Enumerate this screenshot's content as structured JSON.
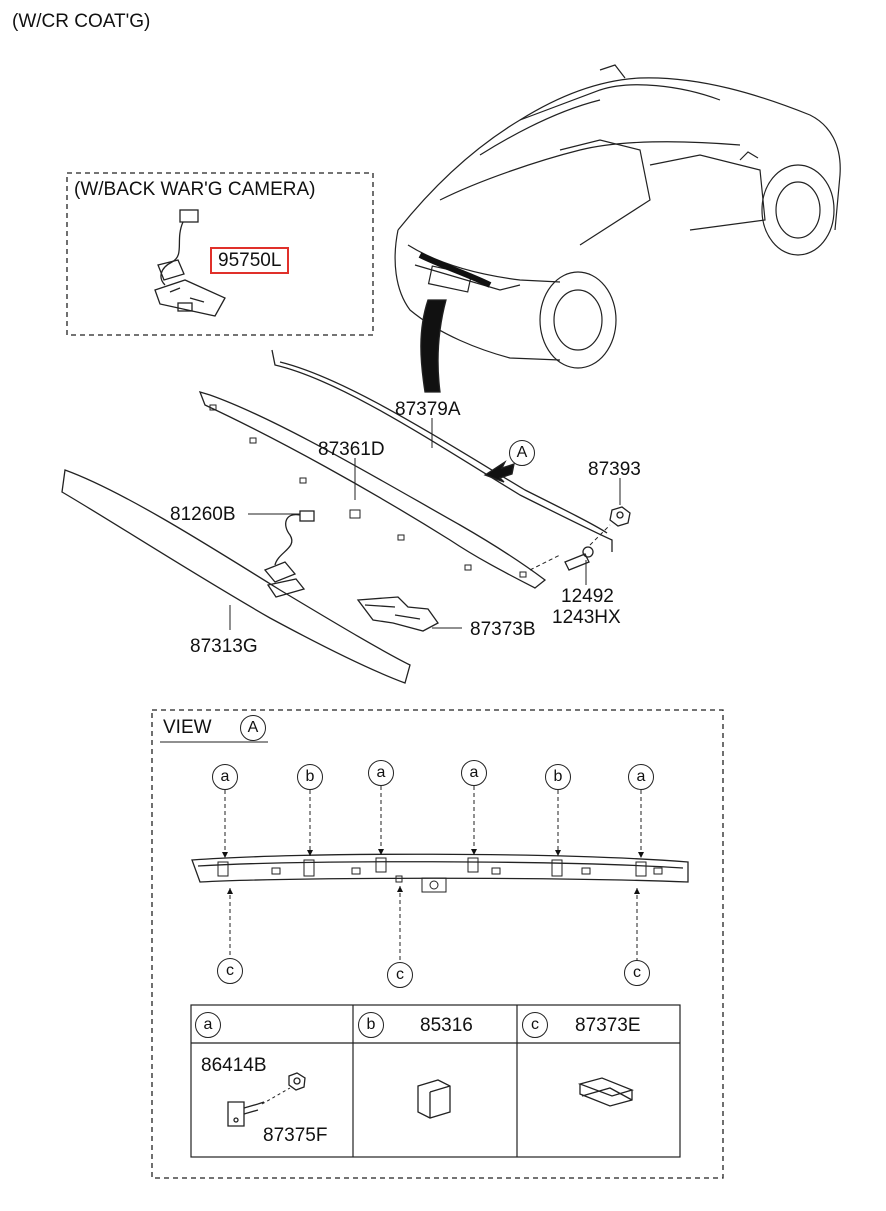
{
  "header": {
    "title": "(W/CR COAT'G)"
  },
  "camera_box": {
    "title": "(W/BACK WAR'G CAMERA)",
    "part": "95750L",
    "highlight_color": "#e0302a"
  },
  "parts": {
    "p87379A": "87379A",
    "p87361D": "87361D",
    "p87393": "87393",
    "p81260B": "81260B",
    "p12492": "12492",
    "p1243HX": "1243HX",
    "p87373B": "87373B",
    "p87313G": "87313G"
  },
  "view": {
    "label": "VIEW",
    "letter": "A"
  },
  "callouts": {
    "a": "a",
    "b": "b",
    "c": "c"
  },
  "legend": {
    "a": {
      "letter": "a",
      "part1": "86414B",
      "part2": "87375F"
    },
    "b": {
      "letter": "b",
      "part": "85316"
    },
    "c": {
      "letter": "c",
      "part": "87373E"
    }
  }
}
